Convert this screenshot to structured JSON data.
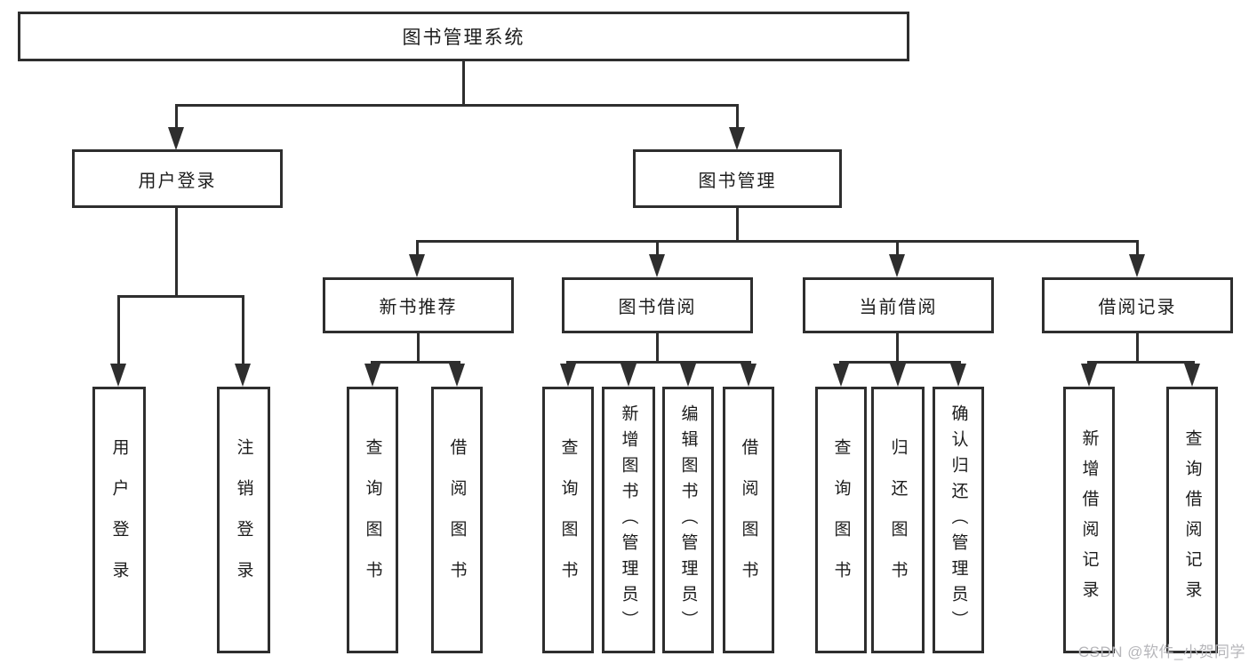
{
  "diagram": {
    "title": "图书管理系统",
    "level2": {
      "user_login": "用户登录",
      "book_management": "图书管理"
    },
    "level3": {
      "new_book_recommend": "新书推荐",
      "book_borrow": "图书借阅",
      "current_borrow": "当前借阅",
      "borrow_record": "借阅记录"
    },
    "leaves": {
      "user_login_login": "用户登录",
      "user_login_logout": "注销登录",
      "nb_query": "查询图书",
      "nb_borrow": "借阅图书",
      "bb_query": "查询图书",
      "bb_add": "新增图书（管理员）",
      "bb_edit": "编辑图书（管理员）",
      "bb_borrow": "借阅图书",
      "cb_query": "查询图书",
      "cb_return": "归还图书",
      "cb_confirm": "确认归还（管理员）",
      "br_add": "新增借阅记录",
      "br_query": "查询借阅记录"
    },
    "watermark": "CSDN @软件_小贺同学",
    "colors": {
      "line": "#2e2e2e",
      "text": "#1c1c1c",
      "watermark": "#b6b6ba",
      "background": "#ffffff"
    }
  }
}
